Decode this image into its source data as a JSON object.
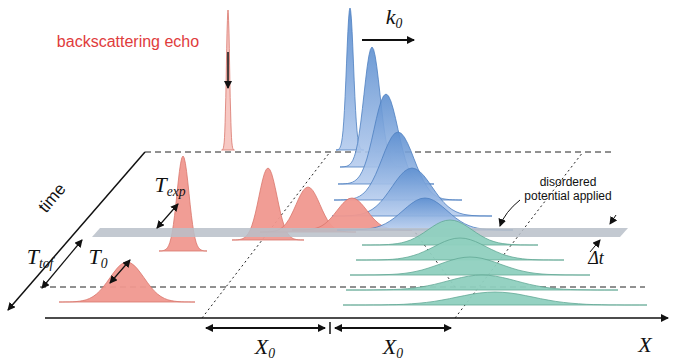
{
  "diagram": {
    "labels": [
      "k0",
      "backscattering echo",
      "disordered potential applied",
      "Texp",
      "T0",
      "time",
      "Ttof",
      "Δt",
      "X0",
      "X0",
      "X"
    ]
  }
}
